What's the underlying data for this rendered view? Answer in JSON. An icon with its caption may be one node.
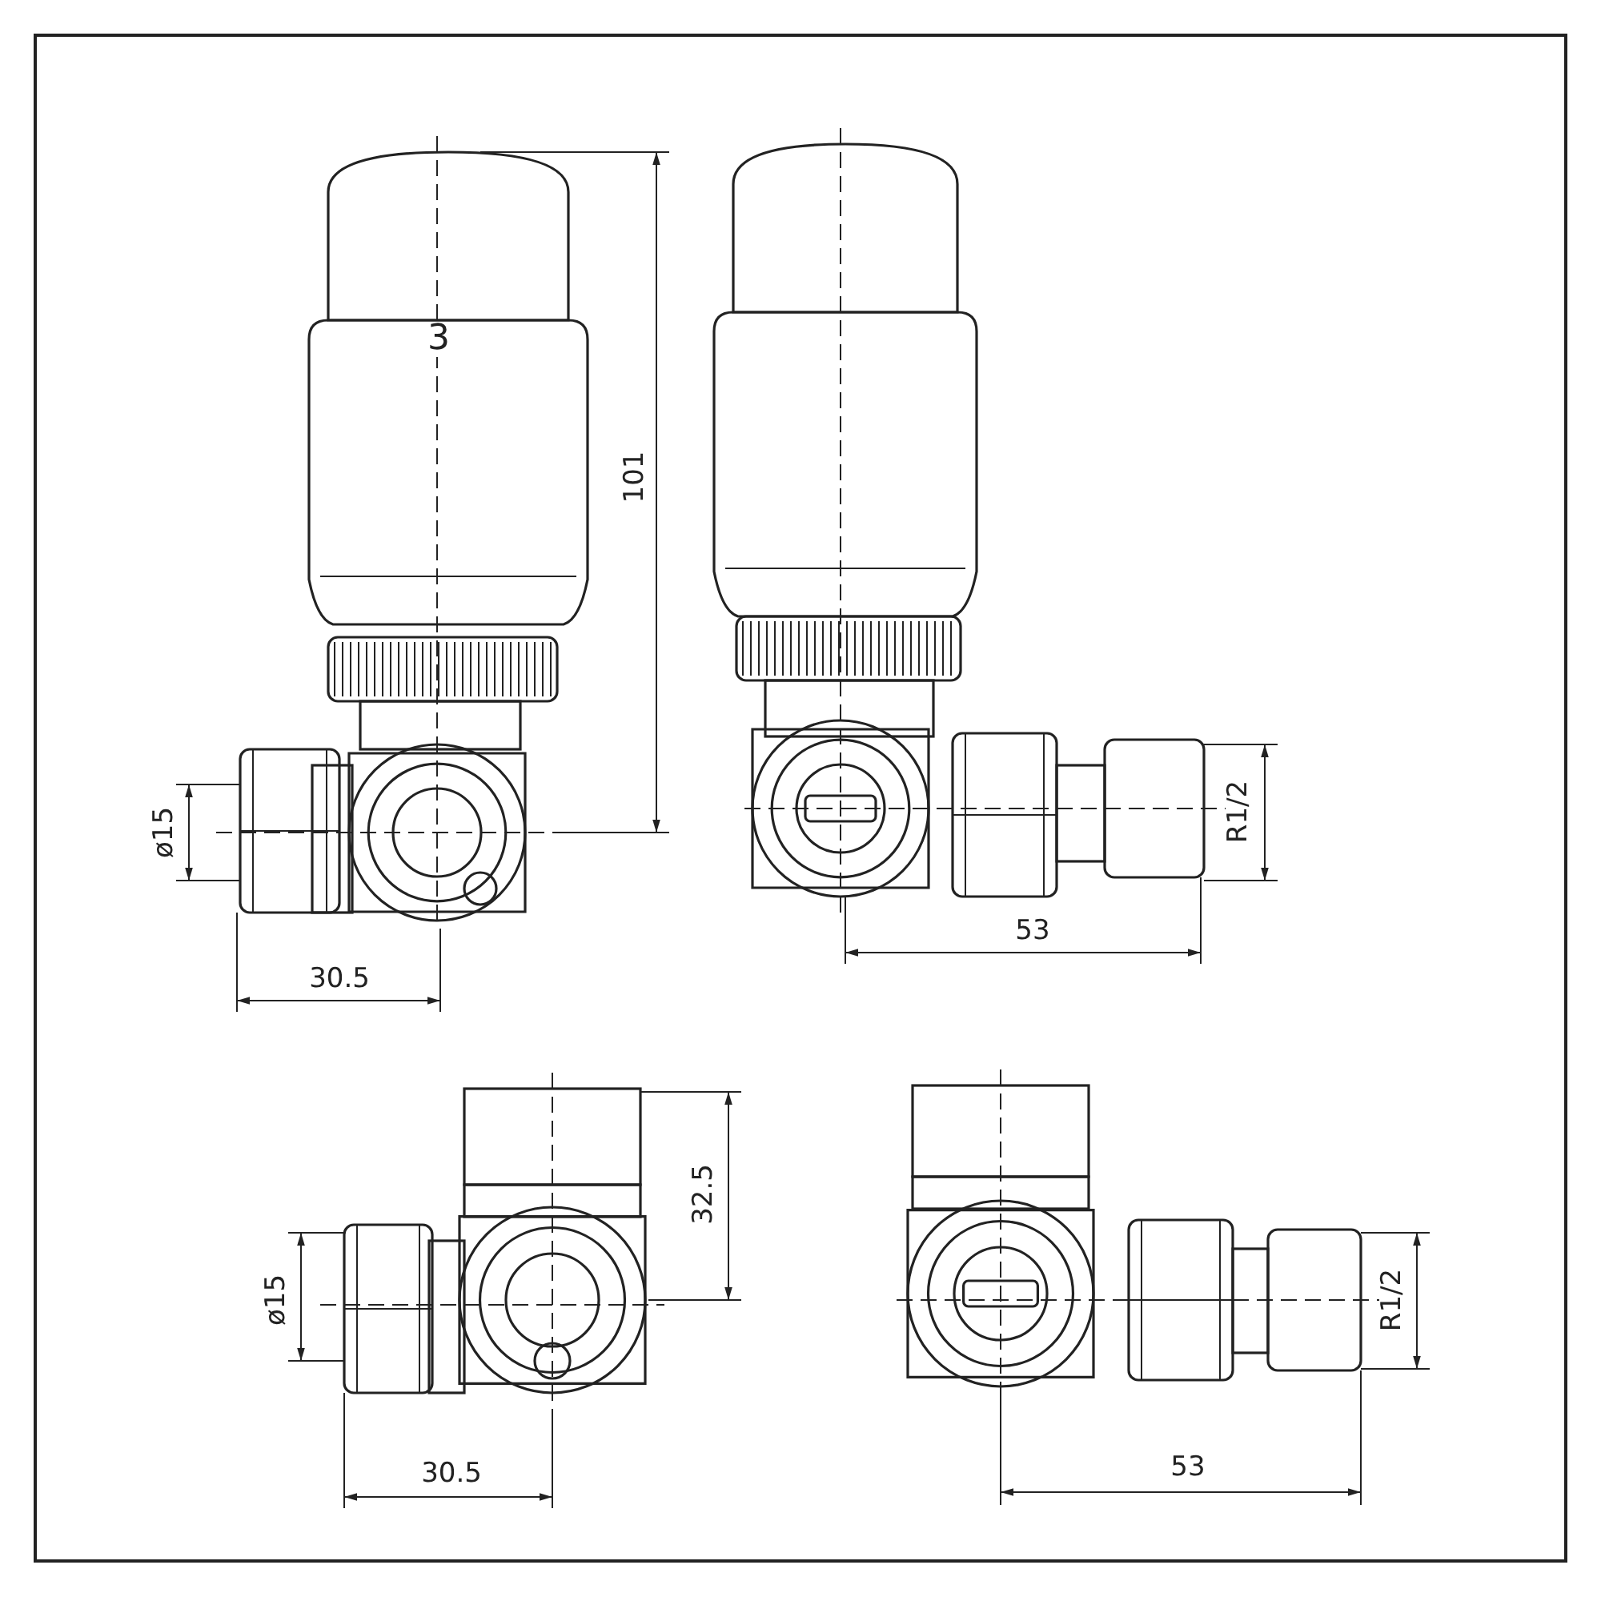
{
  "diagram": {
    "labels": [
      "3",
      "101",
      "ø15",
      "30.5",
      "R1/2",
      "53",
      "32.5",
      "ø15",
      "30.5",
      "R1/2",
      "53"
    ]
  }
}
